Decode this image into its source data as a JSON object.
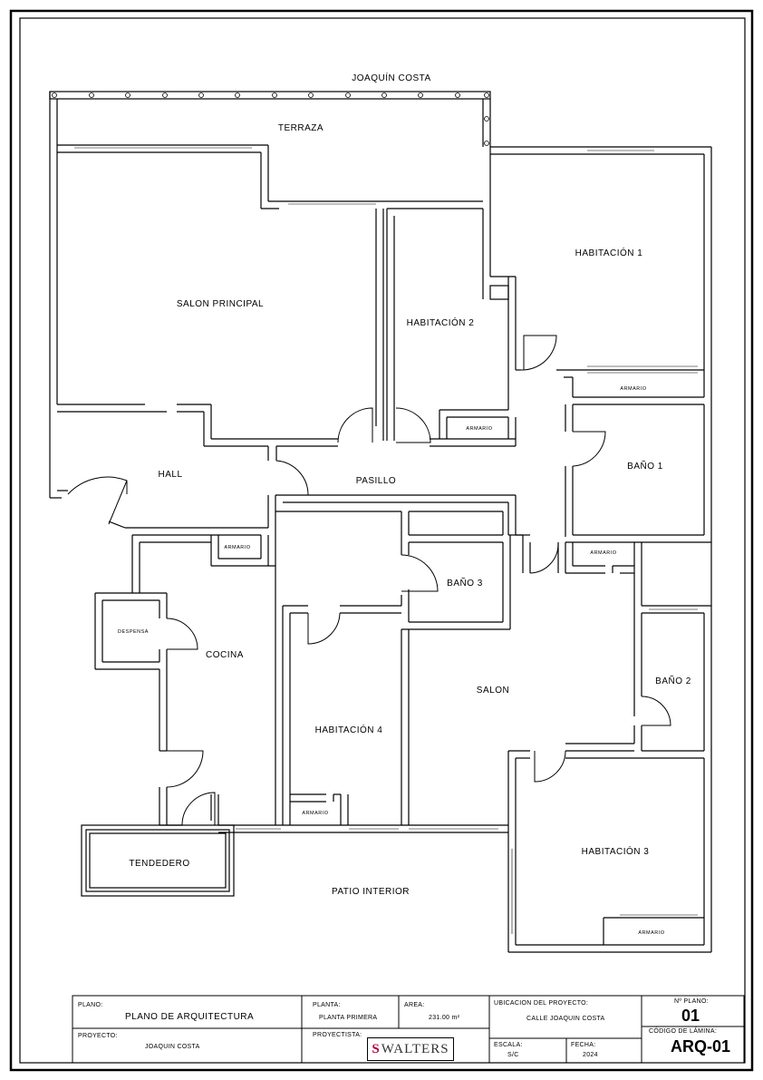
{
  "street_label": "JOAQUÍN COSTA",
  "rooms": {
    "terraza": "TERRAZA",
    "salon_principal": "SALON PRINCIPAL",
    "habitacion_1": "HABITACIÓN  1",
    "habitacion_2": "HABITACIÓN 2",
    "habitacion_3": "HABITACIÓN  3",
    "habitacion_4": "HABITACIÓN  4",
    "hall": "HALL",
    "pasillo": "PASILLO",
    "bano_1": "BAÑO 1",
    "bano_2": "BAÑO 2",
    "bano_3": "BAÑO 3",
    "cocina": "COCINA",
    "despensa": "DESPENSA",
    "salon": "SALON",
    "tendedero": "TENDEDERO",
    "patio_interior": "PATIO INTERIOR",
    "armario": "ARMARIO"
  },
  "title_block": {
    "plano_label": "PLANO:",
    "plano_value": "PLANO DE ARQUITECTURA",
    "planta_label": "PLANTA:",
    "planta_value": "PLANTA PRIMERA",
    "area_label": "AREA:",
    "area_value": "231.00 m²",
    "ubicacion_label": "UBICACION DEL PROYECTO:",
    "ubicacion_value": "CALLE JOAQUIN COSTA",
    "n_plano_label": "Nº PLANO:",
    "n_plano_value": "01",
    "proyecto_label": "PROYECTO:",
    "proyecto_value": "JOAQUIN COSTA",
    "proyectista_label": "PROYECTISTA:",
    "logo_text": "WALTERS",
    "escala_label": "ESCALA:",
    "escala_value": "S/C",
    "fecha_label": "FECHA:",
    "fecha_value": "2024",
    "codigo_label": "CÓDIGO DE LÁMINA:",
    "codigo_value": "ARQ-01"
  }
}
